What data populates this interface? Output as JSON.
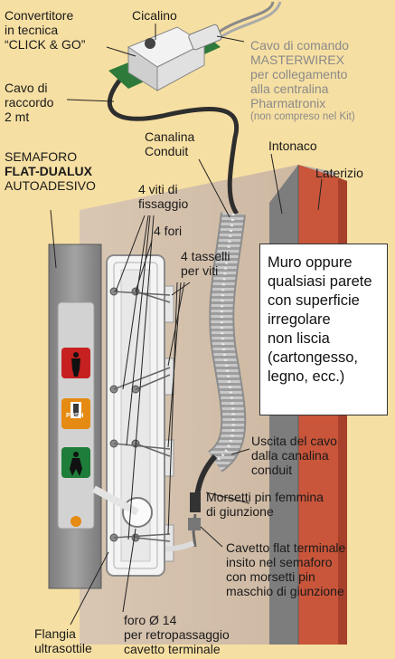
{
  "colors": {
    "background": "#f6dfa2",
    "wall": "#d8c4ae",
    "brick": "#c9553a",
    "plaster": "#8c8c8c",
    "panel": "#8e8e8e",
    "conduit": "#bfbfbf",
    "cable": "#333333"
  },
  "labels": {
    "convertitore": [
      "Convertitore",
      "in tecnica",
      "“CLICK & GO”"
    ],
    "cicalino": "Cicalino",
    "cavo_comando": [
      "Cavo di comando",
      "MASTERWIREX",
      "per collegamento",
      "alla centralina",
      "Pharmatronix"
    ],
    "cavo_comando_note": "(non compreso nel Kit)",
    "cavo_raccordo": [
      "Cavo di",
      "raccordo",
      "2 mt"
    ],
    "canalina": [
      "Canalina",
      "Conduit"
    ],
    "intonaco": "Intonaco",
    "laterizio": "Laterizio",
    "semaforo": [
      "SEMAFORO",
      "FLAT-DUALUX",
      "AUTOADESIVO"
    ],
    "viti": [
      "4 viti di",
      "fissaggio"
    ],
    "fori": "4 fori",
    "tasselli": [
      "4 tasselli",
      "per viti"
    ],
    "muro": [
      "Muro oppure",
      "qualsiasi parete",
      "con superficie",
      "irregolare",
      "non liscia",
      "(cartongesso,",
      "legno, ecc.)"
    ],
    "uscita": [
      "Uscita del cavo",
      "dalla canalina",
      "conduit"
    ],
    "morsetti_femmina": [
      "Morsetti pin femmina",
      "di giunzione"
    ],
    "cavetto": [
      "Cavetto flat terminale",
      "insito nel semaforo",
      "con morsetti pin",
      "maschio di giunzione"
    ],
    "foro": [
      "foro Ø 14",
      "per retropassaggio",
      "cavetto terminale"
    ],
    "flangia": [
      "Flangia",
      "ultrasottile"
    ],
    "push": "PUSH"
  },
  "icons": [
    "red-man-icon",
    "push-door-icon",
    "green-man-icon",
    "power-logo-icon"
  ]
}
